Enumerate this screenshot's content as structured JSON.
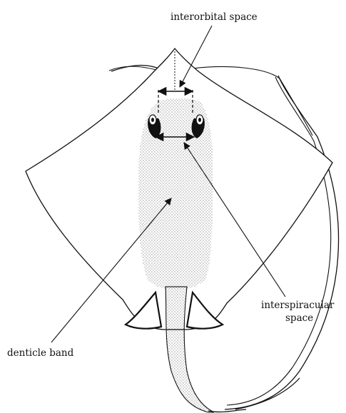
{
  "labels": {
    "interorbital": "interorbital space",
    "interspiracular_line1": "interspiracular",
    "interspiracular_line2": "space",
    "denticle_band": "denticle band"
  },
  "colors": {
    "line": "#111111",
    "stipple": "#333333",
    "background": "#ffffff"
  }
}
